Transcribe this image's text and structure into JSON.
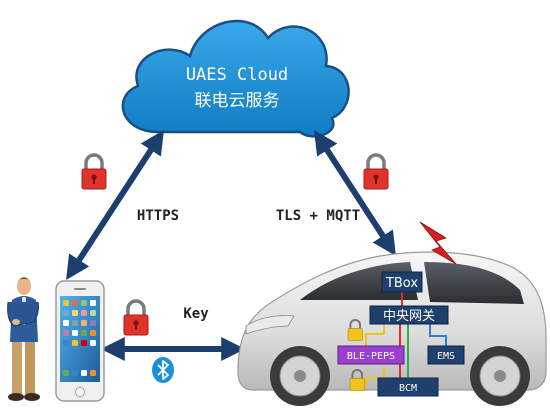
{
  "cloud": {
    "title": "UAES Cloud",
    "subtitle": "联电云服务",
    "fill": "#1a8fd6"
  },
  "links": {
    "phone_cloud": "HTTPS",
    "car_cloud": "TLS + MQTT",
    "phone_car": "Key"
  },
  "car_modules": {
    "tbox": "TBox",
    "gateway": "中央网关",
    "ble_peps": "BLE-PEPS",
    "ems": "EMS",
    "bcm": "BCM"
  },
  "colors": {
    "arrow": "#1c3f6e",
    "lock_body": "#e0332d",
    "module_dark": "#1f3f6c",
    "ble_fill": "#9b3fd0",
    "bluetooth": "#1b8fd8",
    "bolt": "#d71f1f",
    "bus_red": "#d93030",
    "bus_yellow": "#f0c419",
    "bus_green": "#2bb34a",
    "bus_blue": "#2b7fd1"
  },
  "icons": [
    "lock-icon",
    "bluetooth-icon",
    "lightning-icon",
    "smartphone-icon",
    "person-icon",
    "car-icon",
    "cloud-icon"
  ]
}
